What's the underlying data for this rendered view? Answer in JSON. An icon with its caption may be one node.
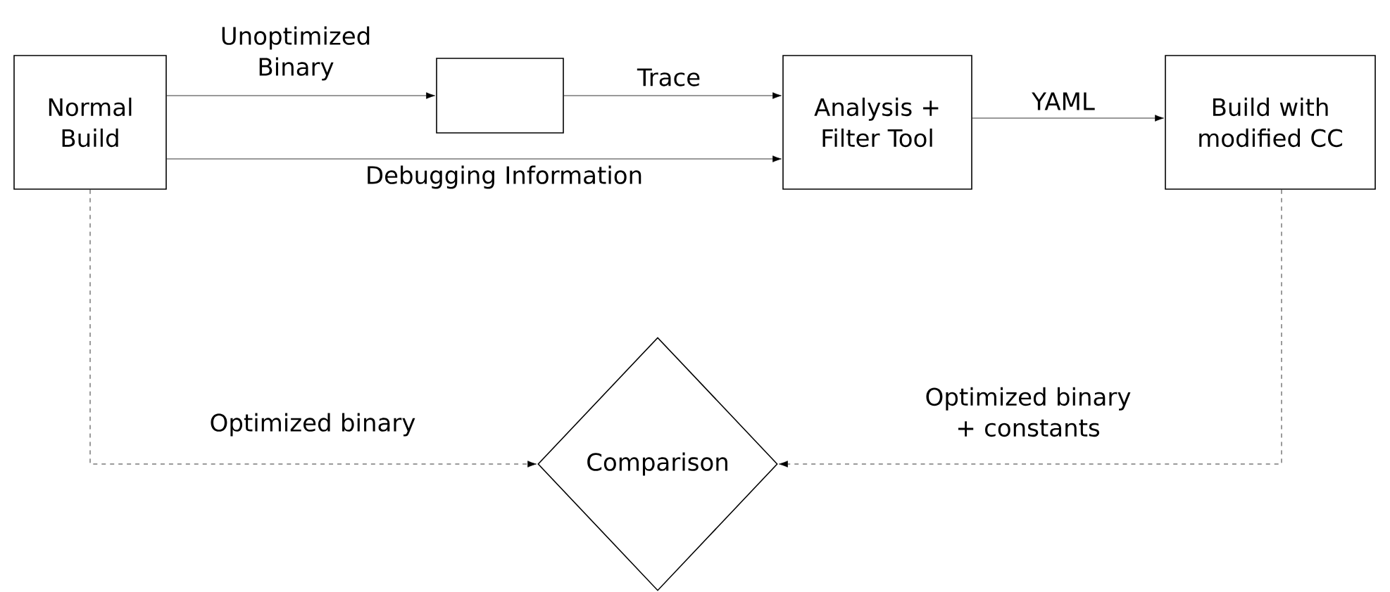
{
  "diagram": {
    "nodes": [
      {
        "text": [
          "Normal Build"
        ]
      },
      {
        "text": [],
        "shape": "box"
      },
      {
        "text": [
          "Analysis + Filter Tool"
        ]
      },
      {
        "text": [
          "Build with modified CC"
        ]
      },
      {
        "text": [
          "Comparison"
        ]
      }
    ],
    "edges": [
      {
        "from": 0,
        "to": 1,
        "arrow": "to",
        "label": "Unoptimized Binary"
      },
      {
        "from": 1,
        "to": 2,
        "arrow": "to",
        "label": "Trace"
      },
      {
        "from": 0,
        "to": 2,
        "arrow": "to",
        "label": "Debugging Information"
      },
      {
        "from": 2,
        "to": 3,
        "arrow": "to",
        "label": "YAML"
      },
      {
        "from": 0,
        "to": 4,
        "arrow": "to",
        "label": "Optimized binary",
        "style": "dashed"
      },
      {
        "from": 3,
        "to": 4,
        "arrow": "to",
        "label": "Optimized binary + constants",
        "style": "dashed"
      }
    ]
  }
}
